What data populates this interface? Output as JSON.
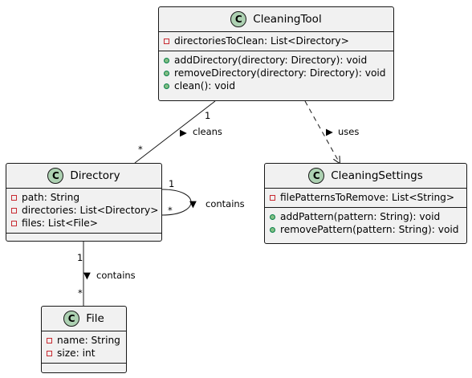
{
  "classes": {
    "cleaning_tool": {
      "name": "CleaningTool",
      "badge": "C",
      "attributes": [
        {
          "visibility": "private",
          "text": "directoriesToClean: List<Directory>"
        }
      ],
      "methods": [
        {
          "visibility": "public",
          "text": "addDirectory(directory: Directory): void"
        },
        {
          "visibility": "public",
          "text": "removeDirectory(directory: Directory): void"
        },
        {
          "visibility": "public",
          "text": "clean(): void"
        }
      ]
    },
    "cleaning_settings": {
      "name": "CleaningSettings",
      "badge": "C",
      "attributes": [
        {
          "visibility": "private",
          "text": "filePatternsToRemove: List<String>"
        }
      ],
      "methods": [
        {
          "visibility": "public",
          "text": "addPattern(pattern: String): void"
        },
        {
          "visibility": "public",
          "text": "removePattern(pattern: String): void"
        }
      ]
    },
    "directory": {
      "name": "Directory",
      "badge": "C",
      "attributes": [
        {
          "visibility": "private",
          "text": "path: String"
        },
        {
          "visibility": "private",
          "text": "directories: List<Directory>"
        },
        {
          "visibility": "private",
          "text": "files: List<File>"
        }
      ],
      "methods": []
    },
    "file": {
      "name": "File",
      "badge": "C",
      "attributes": [
        {
          "visibility": "private",
          "text": "name: String"
        },
        {
          "visibility": "private",
          "text": "size: int"
        }
      ],
      "methods": []
    }
  },
  "relations": {
    "cleans": {
      "label": "cleans",
      "from_mult": "1",
      "to_mult": "*",
      "direction": "▶"
    },
    "uses": {
      "label": "uses",
      "direction": "▶"
    },
    "contains_self": {
      "label": "contains",
      "from_mult": "1",
      "to_mult": "*",
      "direction": "▼"
    },
    "contains_file": {
      "label": "contains",
      "from_mult": "1",
      "to_mult": "*",
      "direction": "▼"
    }
  }
}
